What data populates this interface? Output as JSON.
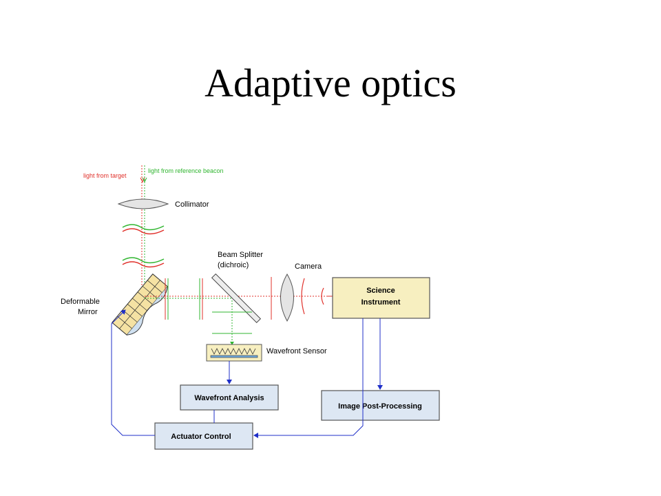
{
  "slide": {
    "title": "Adaptive optics"
  },
  "labels": {
    "light_target": "light from target",
    "light_beacon": "light from reference beacon",
    "collimator": "Collimator",
    "beam_splitter_1": "Beam Splitter",
    "beam_splitter_2": "(dichroic)",
    "camera": "Camera",
    "deformable_1": "Deformable",
    "deformable_2": "Mirror",
    "wavefront_sensor": "Wavefront Sensor"
  },
  "boxes": {
    "science_1": "Science",
    "science_2": "Instrument",
    "wavefront_analysis": "Wavefront Analysis",
    "image_post": "Image Post-Processing",
    "actuator_control": "Actuator Control"
  },
  "colors": {
    "target_light": "#e0302a",
    "beacon_light": "#2fb52f",
    "feedback": "#1f2fc8",
    "box_fill": "#dde7f3",
    "science_fill": "#f7efc0",
    "mirror_fill": "#f5e2a3"
  }
}
